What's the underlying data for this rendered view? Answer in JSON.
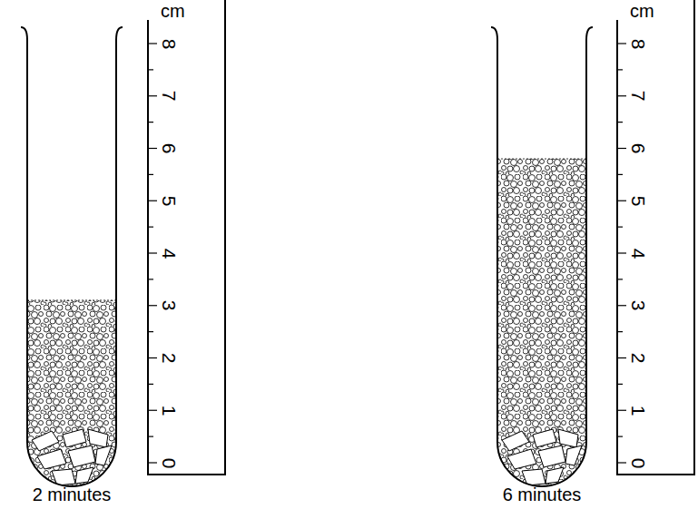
{
  "diagram": {
    "labels": [
      "cm",
      "0",
      "1",
      "2",
      "3",
      "4",
      "5",
      "6",
      "7",
      "8",
      "2 minutes",
      "cm",
      "0",
      "1",
      "2",
      "3",
      "4",
      "5",
      "6",
      "7",
      "8",
      "6 minutes"
    ]
  }
}
